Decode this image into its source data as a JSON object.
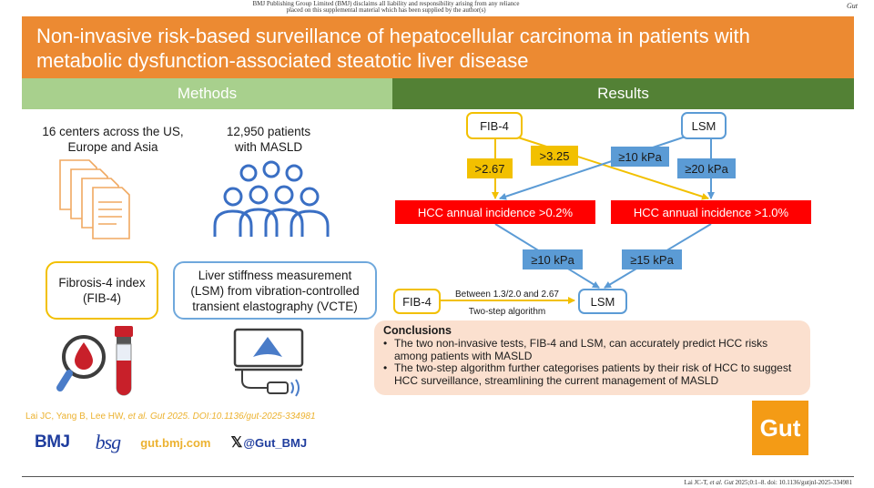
{
  "disclaimer": {
    "line1": "BMJ Publishing Group Limited (BMJ) disclaims all liability and responsibility arising from any reliance",
    "line2": "placed on this supplemental material which has been supplied by the author(s)"
  },
  "journal_corner": "Gut",
  "title": "Non-invasive risk-based surveillance of hepatocellular carcinoma in patients with metabolic dysfunction-associated steatotic liver disease",
  "methods": {
    "header": "Methods",
    "centers_line1": "16 centers across the US,",
    "centers_line2": "Europe and Asia",
    "patients_line1": "12,950 patients",
    "patients_line2": "with MASLD",
    "fib4_line1": "Fibrosis-4 index",
    "fib4_line2": "(FIB-4)",
    "lsm_line1": "Liver stiffness measurement",
    "lsm_line2": "(LSM) from vibration-controlled",
    "lsm_line3": "transient elastography (VCTE)",
    "icons": [
      "documents-icon",
      "people-icon",
      "magnifier-blood-drop-icon",
      "blood-test-tube-icon",
      "ultrasound-machine-icon"
    ]
  },
  "results": {
    "header": "Results",
    "fib4_box": "FIB-4",
    "lsm_box": "LSM",
    "fib4_threshold_low": ">2.67",
    "fib4_threshold_high": ">3.25",
    "lsm_threshold_low": "≥10 kPa",
    "lsm_threshold_high": "≥20 kPa",
    "hcc_low": "HCC annual incidence >0.2%",
    "hcc_high": "HCC annual incidence >1.0%",
    "lower_lsm_low": "≥10 kPa",
    "lower_lsm_high": "≥15 kPa",
    "step_fib4": "FIB-4",
    "step_range": "Between 1.3/2.0 and 2.67",
    "step_lsm": "LSM",
    "step_label": "Two-step algorithm"
  },
  "conclusions": {
    "title": "Conclusions",
    "items": [
      "The two non-invasive tests, FIB-4 and LSM, can accurately predict HCC risks among patients with MASLD",
      "The two-step algorithm further categorises patients by their risk of HCC to suggest HCC surveillance, streamlining the current management of MASLD"
    ]
  },
  "reference": {
    "authors": "Lai JC, Yang B, Lee HW,",
    "etal": "et al.",
    "rest": "Gut 2025. DOI:10.1136/gut-2025-334981"
  },
  "logos": {
    "bmj": "BMJ",
    "bsg": "bsg",
    "url": "gut.bmj.com",
    "handle": "@Gut_BMJ",
    "gut": "Gut"
  },
  "footer": {
    "authors": "Lai JC-T,",
    "etal": "et al.",
    "journal": "Gut",
    "rest": "2025;0:1–8. doi: 10.1136/gutjnl-2025-334981"
  },
  "colors": {
    "title_bg": "#ec8a32",
    "methods_bg": "#a8d08d",
    "results_bg": "#538135",
    "fib4_accent": "#f2c000",
    "lsm_accent": "#5b9bd5",
    "hcc_red": "#ff0000",
    "conclusion_bg": "#fbe0cf",
    "gut_logo": "#f49b15"
  }
}
